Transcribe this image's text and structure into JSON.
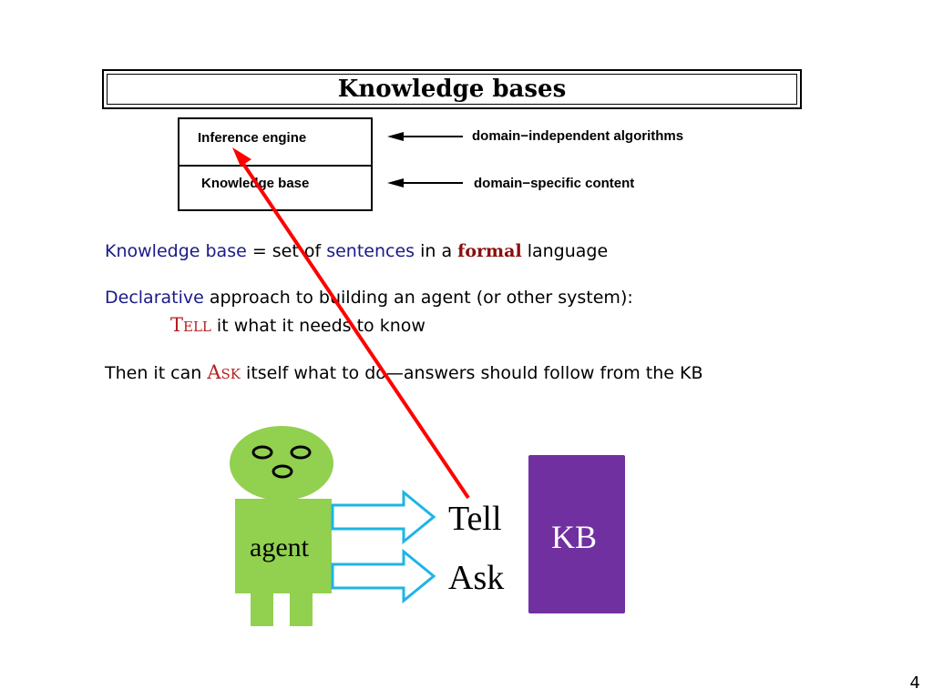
{
  "slide": {
    "title": "Knowledge bases",
    "page_number": "4"
  },
  "diagram": {
    "inference_engine": "Inference engine",
    "knowledge_base": "Knowledge base",
    "top_description": "domain−independent algorithms",
    "bottom_description": "domain−specific content"
  },
  "body": {
    "line1": {
      "kb": "Knowledge base",
      "eq": " = ",
      "set_of": "set of ",
      "sentences": "sentences",
      "in_a": " in a ",
      "formal": "formal",
      "language": " language"
    },
    "line2": {
      "declarative": "Declarative",
      "rest": " approach to building an agent (or other system):"
    },
    "line3": {
      "tell": "Tell",
      "rest": " it what it needs to know"
    },
    "line4": {
      "then": "Then it can ",
      "ask": "Ask",
      "rest": " itself what to do—answers should follow from the KB"
    }
  },
  "figure": {
    "agent_label": "agent",
    "tell_label": "Tell",
    "ask_label": "Ask",
    "kb_label": "KB",
    "colors": {
      "agent": "#92d050",
      "arrows": "#1eb4e6",
      "kb_box": "#7030a0",
      "annotation": "#ff0000"
    }
  }
}
